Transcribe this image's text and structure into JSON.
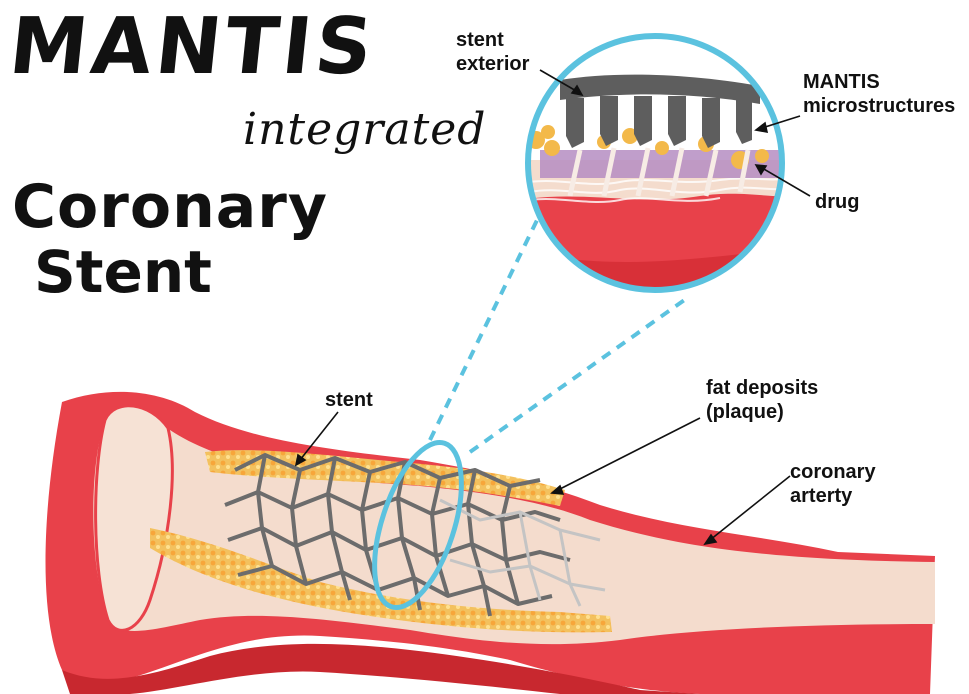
{
  "title": {
    "main": "MANTIS",
    "integrated": "integrated",
    "coronary": "Coronary",
    "stent": "Stent"
  },
  "labels": {
    "stent_exterior_line1": "stent",
    "stent_exterior_line2": "exterior",
    "mantis_line1": "MANTIS",
    "mantis_line2": "microstructures",
    "drug": "drug",
    "stent": "stent",
    "fat_line1": "fat deposits",
    "fat_line2": "(plaque)",
    "coronary_line1": "coronary",
    "coronary_line2": "arterty"
  },
  "colors": {
    "artery_red": "#e8414a",
    "artery_dark": "#c8282f",
    "lumen": "#f4dccd",
    "plaque": "#f3b94a",
    "stent": "#6c6c6c",
    "callout": "#5bc2df",
    "drug": "#b58dc2"
  }
}
